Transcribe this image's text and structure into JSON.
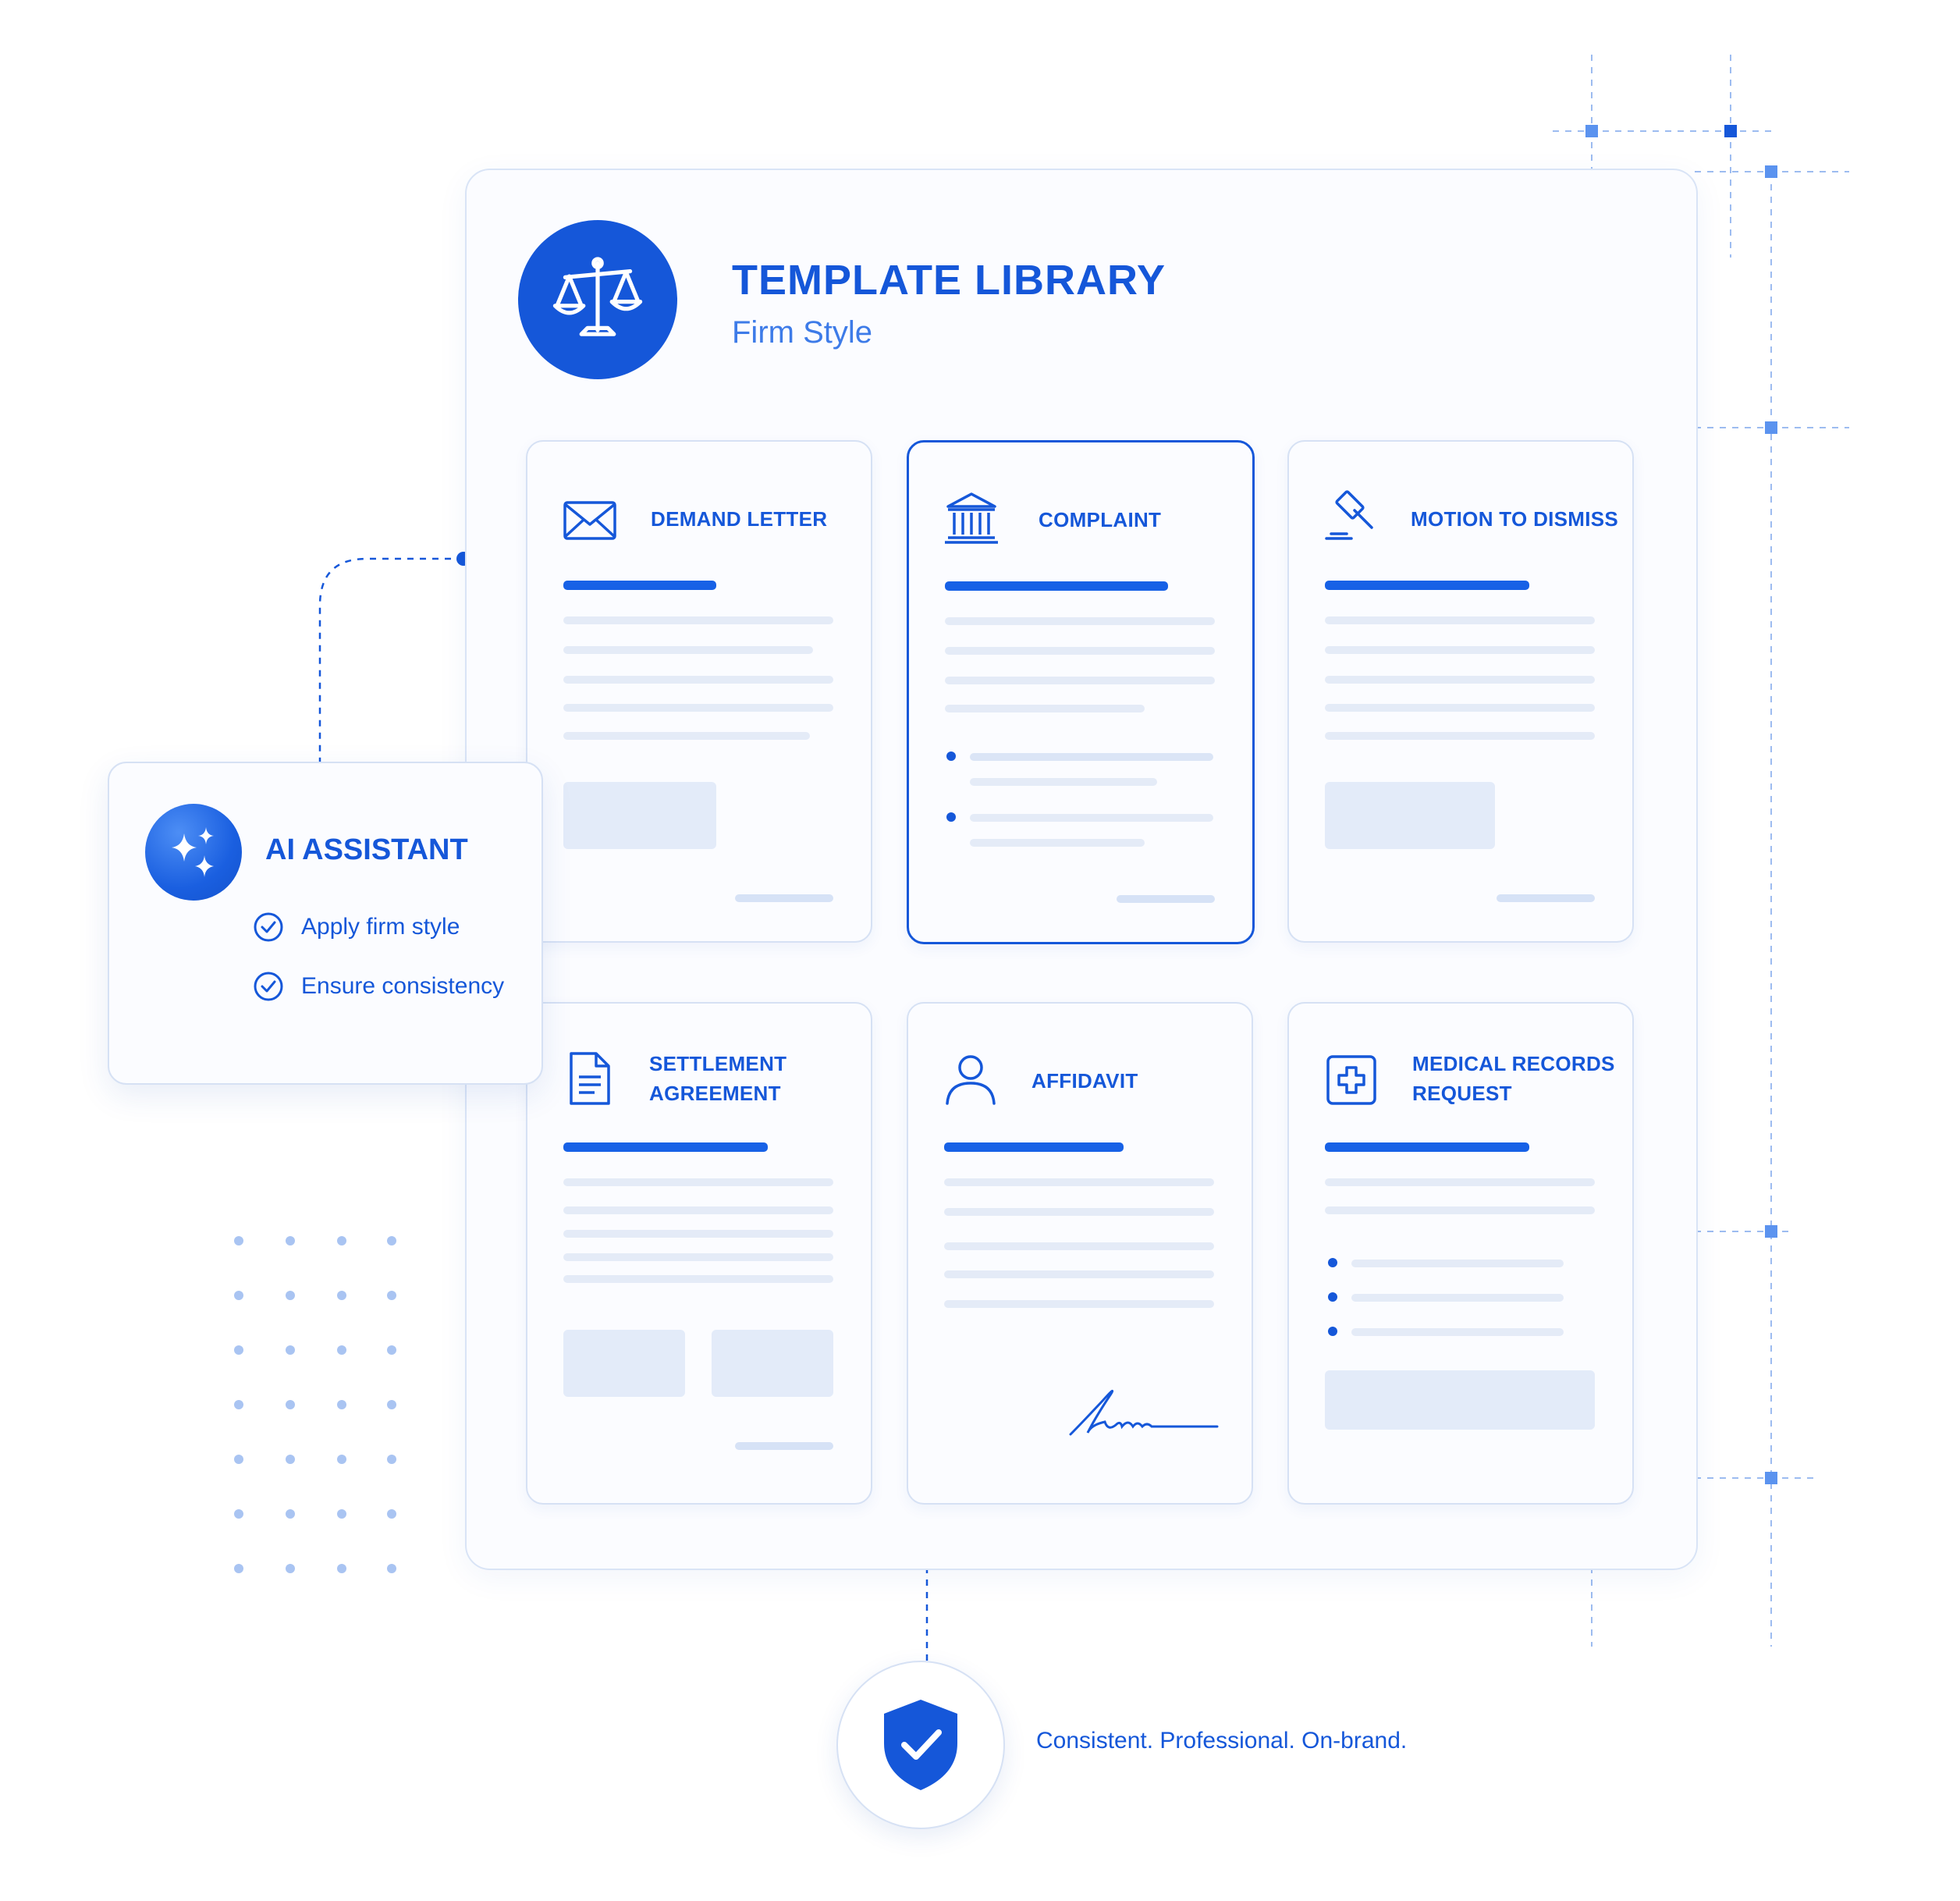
{
  "colors": {
    "primary": "#1557d9",
    "accent_light": "#e3ebf9",
    "line": "#e4ebf7",
    "border": "#d6e1f4"
  },
  "library": {
    "title": "TEMPLATE LIBRARY",
    "subtitle": "Firm Style",
    "icon": "scales-of-justice-icon"
  },
  "templates": [
    {
      "title": "DEMAND LETTER",
      "icon": "envelope-icon",
      "selected": false
    },
    {
      "title": "COMPLAINT",
      "icon": "courthouse-icon",
      "selected": true
    },
    {
      "title": "MOTION TO DISMISS",
      "icon": "gavel-icon",
      "selected": false
    },
    {
      "title_lines": [
        "SETTLEMENT",
        "AGREEMENT"
      ],
      "icon": "document-icon",
      "selected": false
    },
    {
      "title": "AFFIDAVIT",
      "icon": "person-icon",
      "selected": false
    },
    {
      "title_lines": [
        "MEDICAL RECORDS",
        "REQUEST"
      ],
      "icon": "medical-cross-icon",
      "selected": false
    }
  ],
  "ai_assistant": {
    "title": "AI ASSISTANT",
    "icon": "sparkles-icon",
    "items": [
      {
        "label": "Apply firm style",
        "icon": "check-circle-icon"
      },
      {
        "label": "Ensure consistency",
        "icon": "check-circle-icon"
      }
    ]
  },
  "footer": {
    "icon": "shield-check-icon",
    "tagline": "Consistent. Professional. On-brand."
  }
}
